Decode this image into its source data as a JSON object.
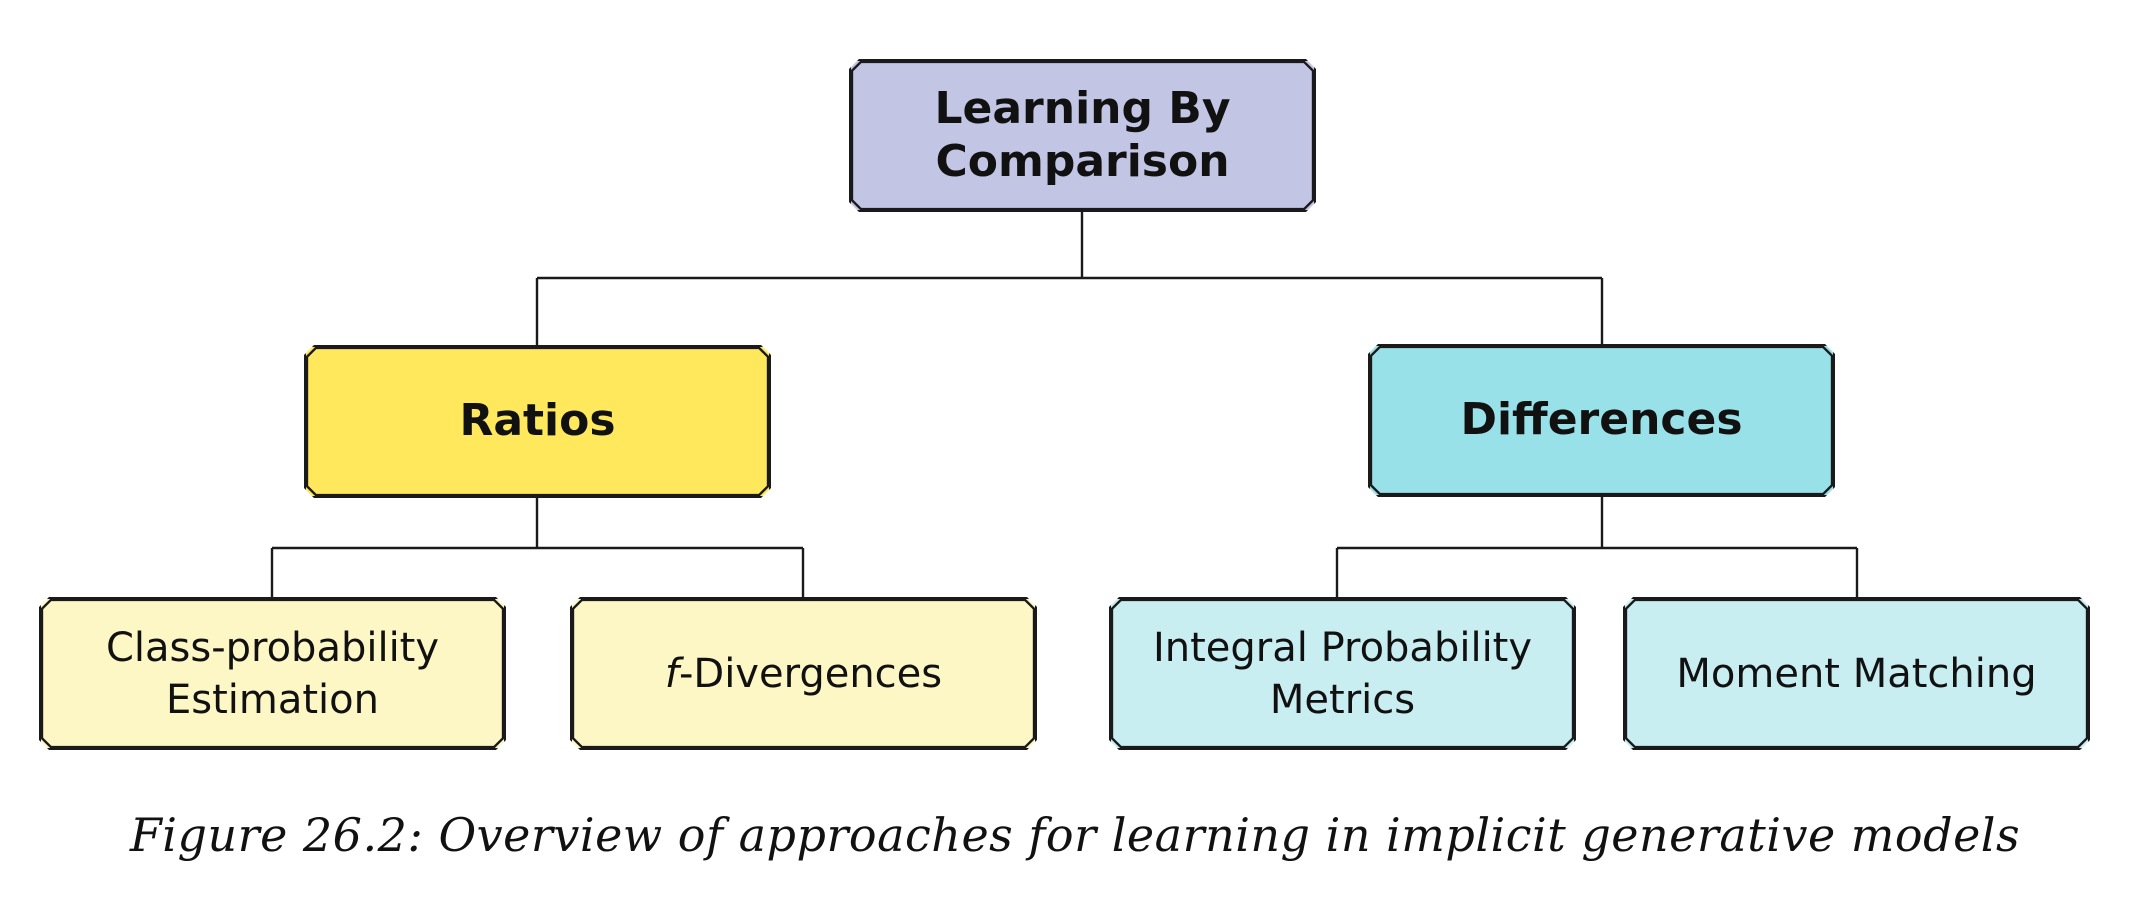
{
  "diagram": {
    "root": {
      "line1": "Learning By",
      "line2": "Comparison",
      "color": "#c3c5e5"
    },
    "ratios": {
      "label": "Ratios",
      "color": "#ffe85c",
      "children": {
        "class_probability": {
          "line1": "Class-probability",
          "line2": "Estimation"
        },
        "f_divergences": {
          "prefix": "f",
          "suffix": "-Divergences"
        }
      },
      "child_color": "#fdf6c5"
    },
    "differences": {
      "label": "Differences",
      "color": "#98e1e8",
      "children": {
        "integral_probability": {
          "line1": "Integral Probability",
          "line2": "Metrics"
        },
        "moment_matching": {
          "label": "Moment Matching"
        }
      },
      "child_color": "#c9eef2"
    }
  },
  "caption": "Figure 26.2: Overview of approaches for learning in implicit generative models"
}
